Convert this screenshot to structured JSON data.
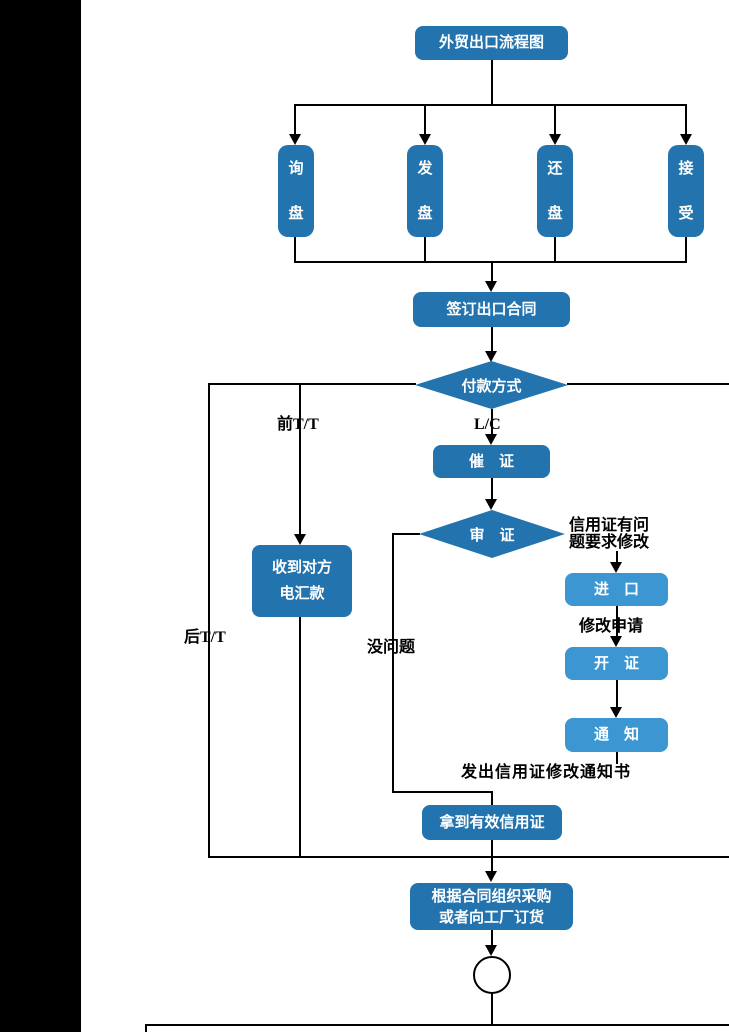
{
  "colors": {
    "node_dark_blue": "#2273ae",
    "node_light_blue": "#3b96d2",
    "line_black": "#000000",
    "node_text_white": "#ffffff",
    "label_text_black": "#000000",
    "left_margin_black": "#000000"
  },
  "flowchart": {
    "nodes": {
      "title": "外贸出口流程图",
      "inquiry": "询\n盘",
      "offer": "发\n盘",
      "counter_offer": "还\n盘",
      "accept": "接\n受",
      "sign_contract": "签订出口合同",
      "payment_method": "付款方式",
      "urge_lc": "催　证",
      "review_lc": "审　证",
      "receive_tt": "收到对方\n电汇款",
      "import": "进　口",
      "open_lc": "开　证",
      "notify": "通　知",
      "get_valid_lc": "拿到有效信用证",
      "procure": "根据合同组织采购\n或者向工厂订货"
    },
    "edge_labels": {
      "pre_tt": "前T/T",
      "lc": "L/C",
      "post_tt": "后T/T",
      "no_problem": "没问题",
      "lc_has_problem": "信用证有问\n题要求修改",
      "amend_request": "修改申请",
      "send_amend_notice": "发出信用证修改通知书"
    }
  }
}
